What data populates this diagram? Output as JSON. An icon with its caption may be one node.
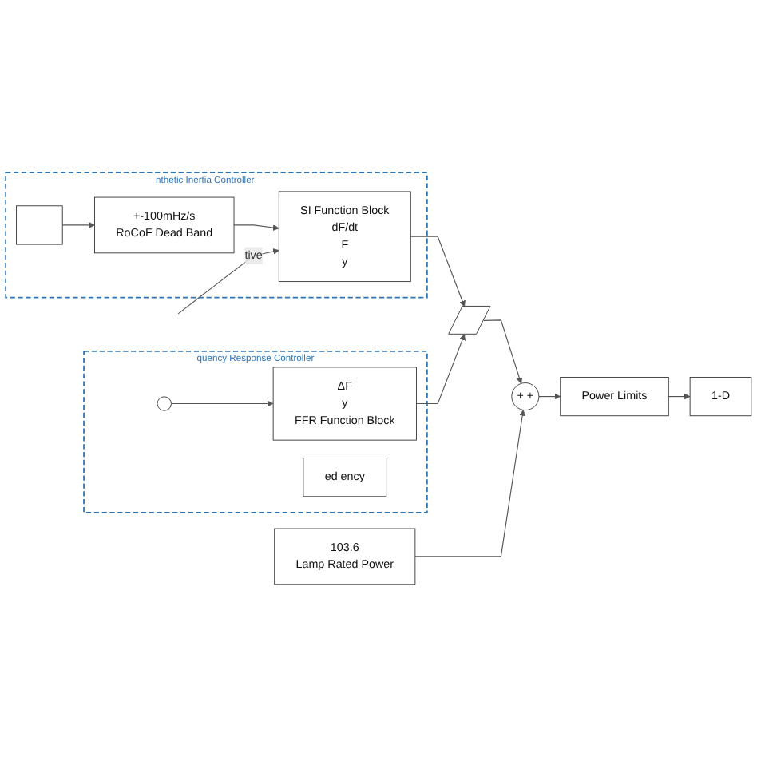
{
  "diagram": {
    "nodes": [
      {
        "text": [
          "nthetic Inertia Controller"
        ]
      },
      {
        "text": [],
        "shape": "box",
        "in": 0
      },
      {
        "text": [
          "+-100mHz/s",
          "RoCoF Dead Band"
        ],
        "in": 0
      },
      {
        "text": [
          "SI Function Block",
          "dF/dt",
          "F",
          "y"
        ],
        "in": 0
      },
      {
        "text": [
          "quency Response Controller"
        ]
      },
      {
        "text": [],
        "shape": "circle",
        "in": 4
      },
      {
        "text": [
          "ΔF",
          "y",
          "FFR Function Block"
        ],
        "in": 4
      },
      {
        "text": [
          "ed ency"
        ],
        "in": 4
      },
      {
        "text": [],
        "shape": "switch"
      },
      {
        "text": [
          "+ +"
        ]
      },
      {
        "text": [
          "Power Limits"
        ]
      },
      {
        "text": [
          "103.6",
          "Lamp Rated Power"
        ]
      },
      {
        "text": [
          "1-D"
        ]
      }
    ],
    "edges": [
      {
        "from": 1,
        "to": 2,
        "arrow": "to"
      },
      {
        "from": 2,
        "to": 3,
        "arrow": "to"
      },
      {
        "from": null,
        "to": 3,
        "arrow": "to",
        "label": "tive"
      },
      {
        "from": 5,
        "to": 6,
        "arrow": "to"
      },
      {
        "from": 3,
        "to": 8,
        "arrow": "to"
      },
      {
        "from": 6,
        "to": 8,
        "arrow": "to"
      },
      {
        "from": 8,
        "to": 9,
        "arrow": "to"
      },
      {
        "from": 11,
        "to": 9,
        "arrow": "to"
      },
      {
        "from": 9,
        "to": 10,
        "arrow": "to"
      },
      {
        "from": 10,
        "to": 12,
        "arrow": "to"
      }
    ]
  }
}
